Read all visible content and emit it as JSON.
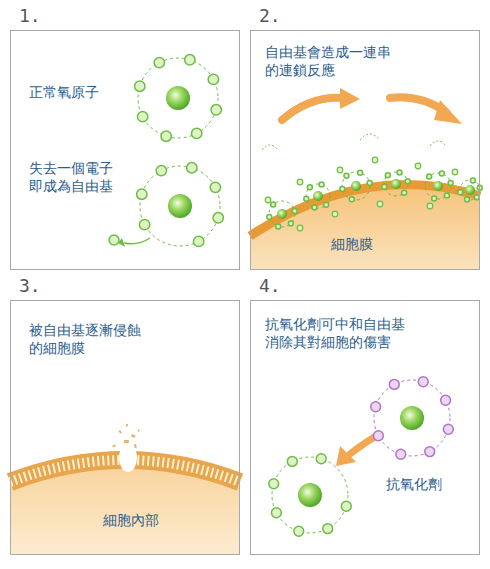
{
  "diagram": {
    "nodes": [
      {
        "text": [
          "1.",
          "正常氧原子",
          "失去一個電子 即成為自由基"
        ]
      },
      {
        "text": [
          "2.",
          "自由基會造成一連串 的連鎖反應",
          "細胞膜"
        ]
      },
      {
        "text": [
          "3.",
          "被自由基逐漸侵蝕 的細胞膜",
          "細胞內部"
        ]
      },
      {
        "text": [
          "4.",
          "抗氧化劑可中和自由基 消除其對細胞的傷害",
          "抗氧化劑"
        ]
      }
    ]
  }
}
